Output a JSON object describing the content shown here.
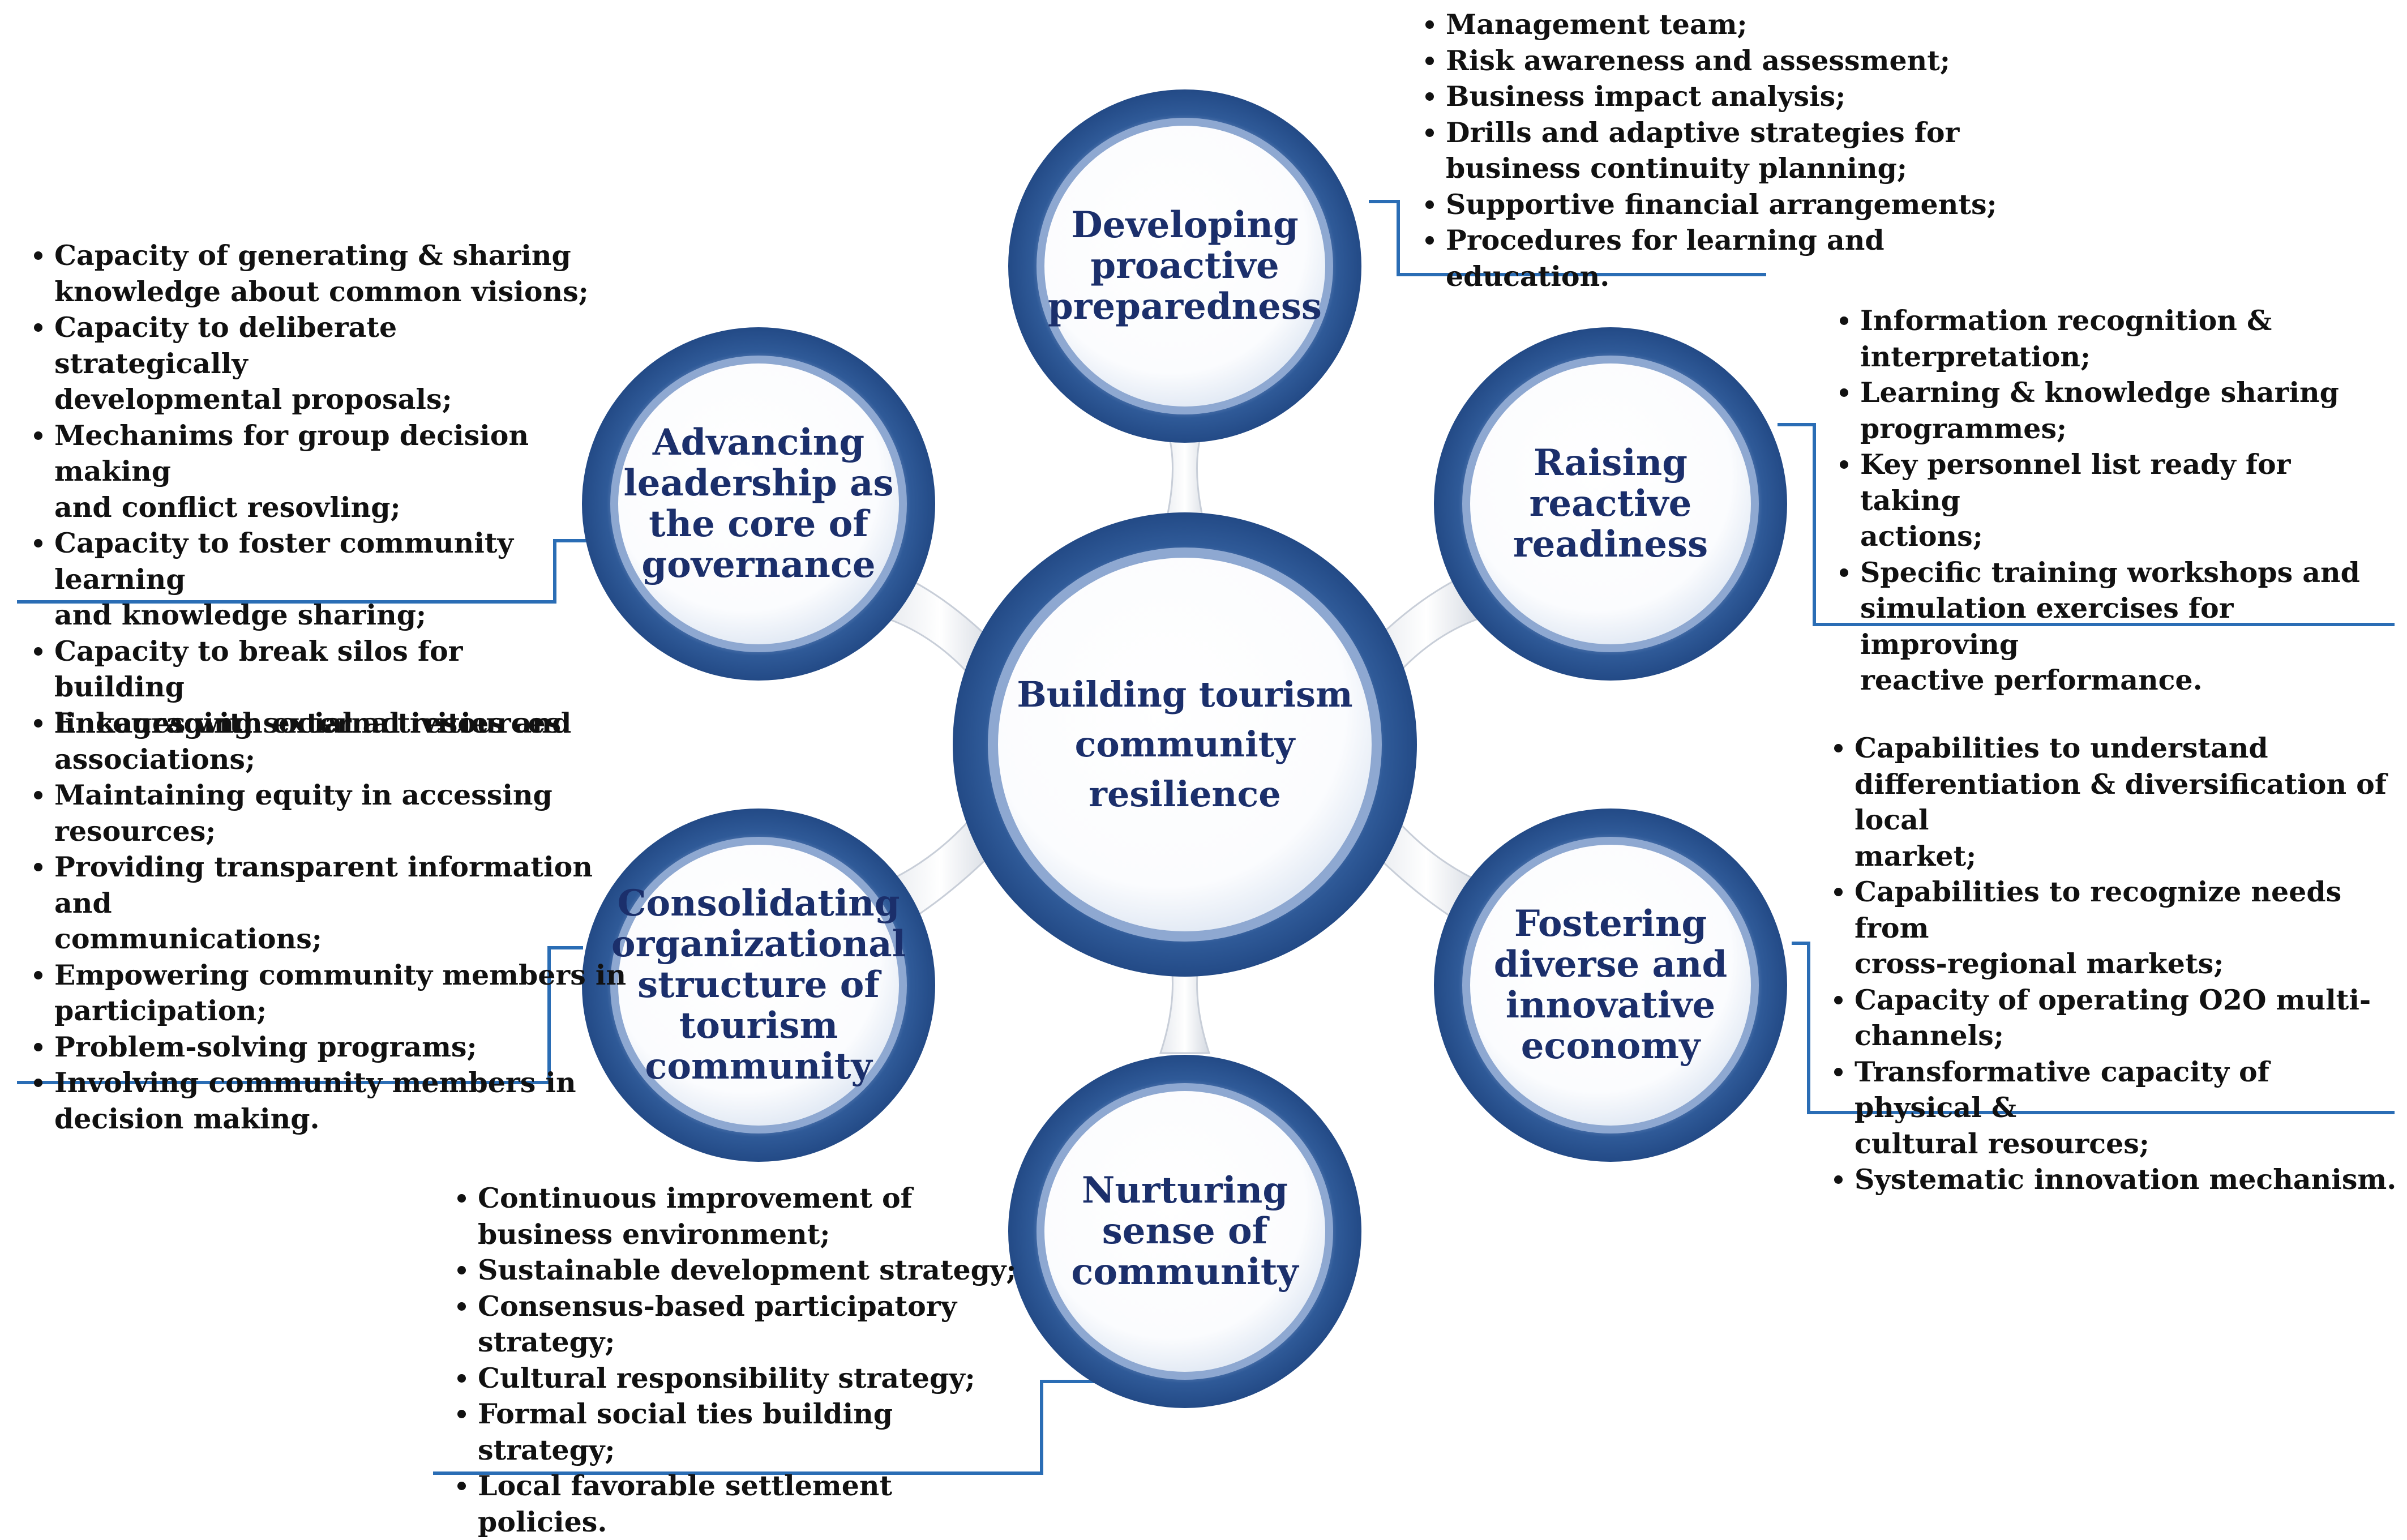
{
  "center": {
    "lines": [
      "Building tourism",
      "community",
      "resilience"
    ]
  },
  "nodes": {
    "top": {
      "lines": [
        "Developing",
        "proactive",
        "preparedness"
      ],
      "items": [
        "Management team;",
        "Risk awareness and assessment;",
        "Business impact analysis;",
        "Drills and adaptive strategies for\nbusiness continuity planning;",
        "Supportive financial arrangements;",
        "Procedures for learning and education."
      ]
    },
    "upper_right": {
      "lines": [
        "Raising",
        "reactive",
        "readiness"
      ],
      "items": [
        "Information recognition &\ninterpretation;",
        "Learning & knowledge sharing\nprogrammes;",
        "Key personnel list ready for taking\nactions;",
        "Specific training workshops and\nsimulation exercises for improving\nreactive performance."
      ]
    },
    "lower_right": {
      "lines": [
        "Fostering",
        "diverse and",
        "innovative",
        "economy"
      ],
      "items": [
        "Capabilities to understand\ndifferentiation & diversification of local\nmarket;",
        "Capabilities to recognize needs from\ncross-regional markets;",
        "Capacity of operating O2O multi-\nchannels;",
        "Transformative capacity of physical &\ncultural resources;",
        "Systematic innovation mechanism."
      ]
    },
    "bottom": {
      "lines": [
        "Nurturing",
        "sense of",
        "community"
      ],
      "items": [
        "Continuous improvement of\nbusiness environment;",
        "Sustainable development strategy;",
        "Consensus-based participatory\nstrategy;",
        "Cultural responsibility strategy;",
        "Formal social ties building strategy;",
        "Local favorable settlement policies."
      ]
    },
    "lower_left": {
      "lines": [
        "Consolidating",
        "organizational",
        "structure of",
        "tourism",
        "community"
      ],
      "items": [
        "Encouraging social activities and\nassociations;",
        "Maintaining equity in accessing resources;",
        "Providing transparent information and\ncommunications;",
        "Empowering community members in\nparticipation;",
        "Problem-solving programs;",
        "Involving community members in\ndecision making."
      ]
    },
    "upper_left": {
      "lines": [
        "Advancing",
        "leadership as",
        "the core of",
        "governance"
      ],
      "items": [
        "Capacity of generating & sharing\nknowledge about common visions;",
        "Capacity to deliberate strategically\ndevelopmental proposals;",
        "Mechanims for group decision making\nand conflict resovling;",
        "Capacity to foster community learning\nand knowledge sharing;",
        "Capacity to break silos for building\nlinkages with external resources."
      ]
    }
  },
  "colors": {
    "ring_outer": "#2c5694",
    "ring_inner": "#5576ab",
    "ring_dark": "#1f3f78",
    "connector": "#3a6aa8",
    "title_text": "#1b2f6b",
    "bullet_text": "#111111"
  }
}
